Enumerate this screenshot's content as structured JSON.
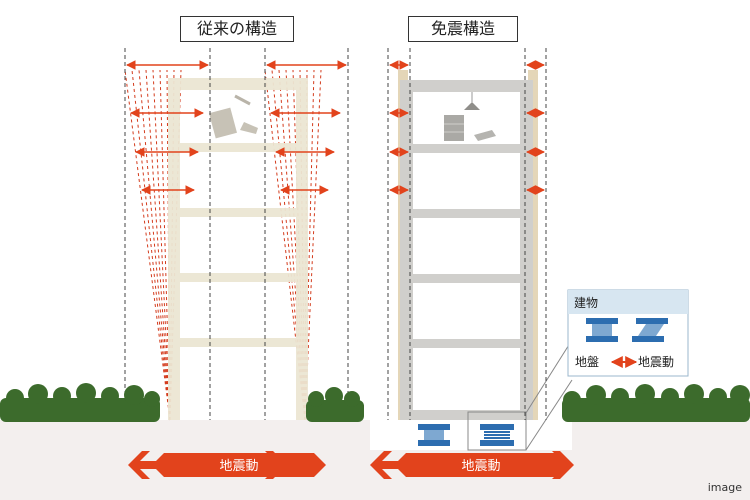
{
  "titles": {
    "conventional": "従来の構造",
    "isolated": "免震構造"
  },
  "ground_motion_label": "地震動",
  "legend": {
    "building": "建物",
    "ground": "地盤",
    "motion": "地震動"
  },
  "watermark": "image",
  "colors": {
    "arrow": "#e2431c",
    "dashed_line": "#d33a1b",
    "conventional_frame": "#ece6d3",
    "isolated_frame": "#d0cfcc",
    "isolator": "#2c6db0",
    "legend_bg": "#d7e6f1",
    "hedge": "#3c6b2c"
  }
}
